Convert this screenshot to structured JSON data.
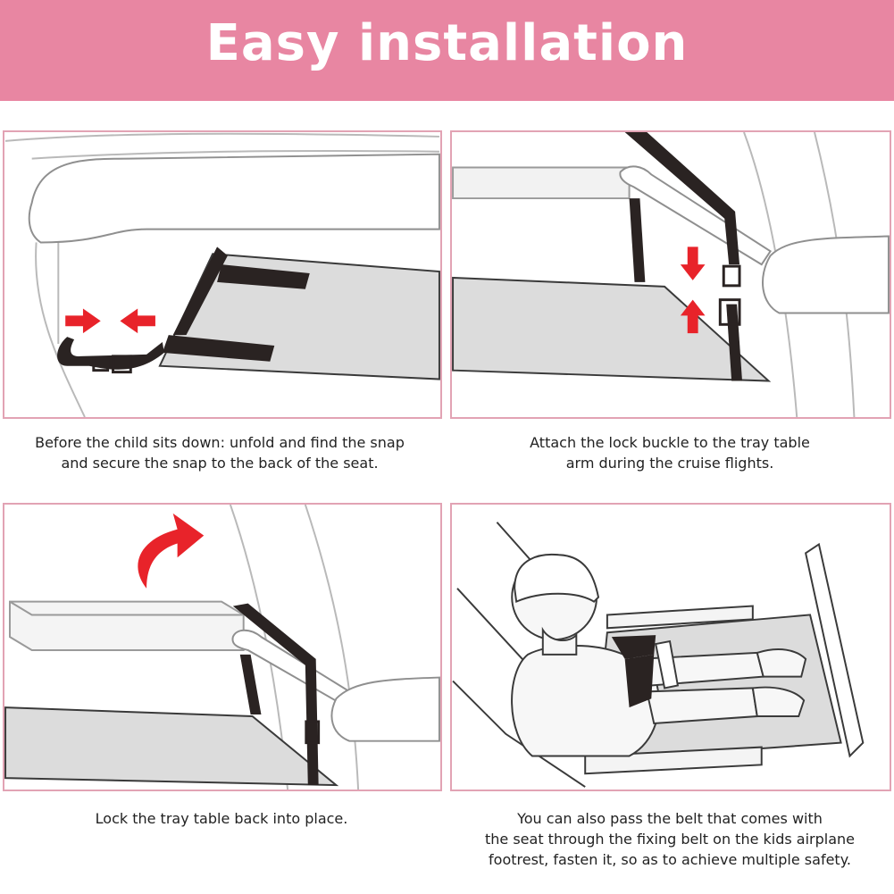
{
  "header": {
    "title": "Easy installation"
  },
  "steps": [
    {
      "caption": "Before the child sits down: unfold and find the snap\nand secure the snap to the back of the seat."
    },
    {
      "caption": "Attach the lock buckle to the tray table\narm during the cruise flights."
    },
    {
      "caption": "Lock the tray table back into place."
    },
    {
      "caption": "You can also pass the belt that comes with\nthe seat through the fixing belt on the kids airplane\nfootrest, fasten it, so as to achieve multiple safety."
    }
  ],
  "colors": {
    "banner": "#e886a2",
    "border": "#e2a3b4",
    "arrow": "#e8232a",
    "strap": "#2a2322",
    "mat": "#dcdcdc"
  }
}
